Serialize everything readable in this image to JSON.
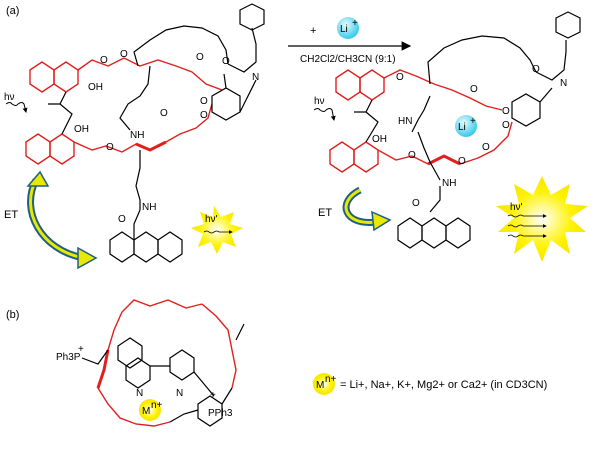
{
  "panel_a": {
    "label": "(a)",
    "reagent_ion": "Li",
    "reagent_charge": "+",
    "plus_sign": "+",
    "solvent": "CH2Cl2/CH3CN (9:1)",
    "left": {
      "atoms": [
        "O",
        "O",
        "OH",
        "OH",
        "O",
        "O",
        "O",
        "O",
        "O",
        "O",
        "N",
        "NH",
        "NH",
        "O",
        "hν"
      ],
      "et_label": "ET",
      "emission_label": "hν'"
    },
    "right": {
      "atoms": [
        "O",
        "O",
        "OH",
        "O",
        "O",
        "O",
        "O",
        "O",
        "O",
        "N",
        "HN",
        "NH",
        "O",
        "hν"
      ],
      "bound_ion": "Li",
      "bound_charge": "+",
      "et_label": "ET",
      "emission_label": "hν'"
    }
  },
  "panel_b": {
    "label": "(b)",
    "atoms": [
      "N",
      "N",
      "PPh3",
      "Ph3P",
      "+",
      "+"
    ],
    "metal_symbol": "M",
    "metal_charge": "n+",
    "legend": "= Li+, Na+, K+, Mg2+ or Ca2+ (in CD3CN)"
  },
  "colors": {
    "crown_red": "#e0201e",
    "li_cyan": "#28c6e8",
    "emission_yellow": "#fff200",
    "et_arrow_blue": "#1f5f86",
    "et_arrow_yellow": "#e8e800"
  }
}
